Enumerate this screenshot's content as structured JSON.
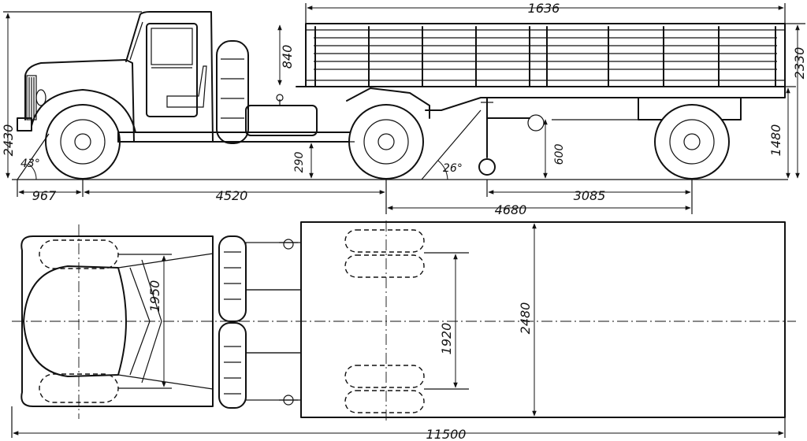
{
  "side_view": {
    "overall_length_top": "1636",
    "body_side_height": "840",
    "trailer_height": "2330",
    "tractor_height": "2430",
    "approach_angle": "43°",
    "ground_clearance": "290",
    "ramp_angle": "26°",
    "support_height": "600",
    "platform_height": "1480",
    "front_overhang": "967",
    "tractor_wheelbase": "4520",
    "trailer_axle_distance": "3085",
    "kingpin_to_axle": "4680"
  },
  "top_view": {
    "cab_track": "1950",
    "rear_track": "1920",
    "body_width": "2480",
    "overall_length": "11500"
  }
}
